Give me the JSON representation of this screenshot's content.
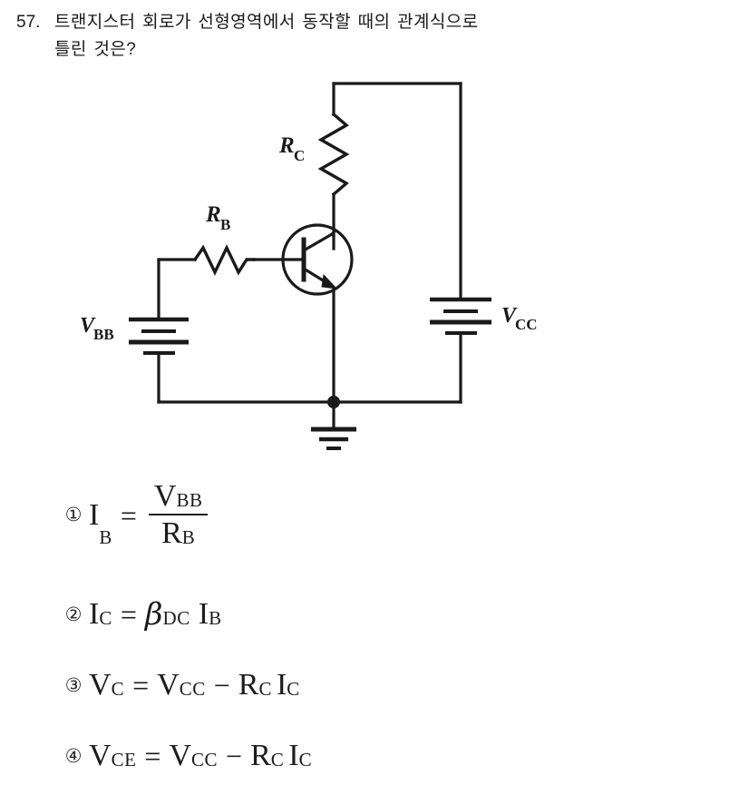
{
  "question": {
    "number": "57.",
    "text_line1": "트랜지스터 회로가 선형영역에서 동작할 때의 관계식으로",
    "text_line2": "틀린 것은?"
  },
  "figure": {
    "type": "transistor-bias-circuit",
    "labels": {
      "rb": "R",
      "rb_sub": "B",
      "rc": "R",
      "rc_sub": "C",
      "vbb": "V",
      "vbb_sub": "BB",
      "vcc": "V",
      "vcc_sub": "CC"
    },
    "components": [
      "resistor-rb",
      "resistor-rc",
      "npn-transistor",
      "battery-vbb",
      "battery-vcc",
      "ground"
    ],
    "stroke_color": "#1a1a1a"
  },
  "choices": [
    {
      "marker": "①",
      "lhs_sym": "I",
      "lhs_sub": "B",
      "op": "=",
      "num_sym": "V",
      "num_sub": "BB",
      "den_sym": "R",
      "den_sub": "B",
      "plain": "I_B = V_BB / R_B"
    },
    {
      "marker": "②",
      "lhs_sym": "I",
      "lhs_sub": "C",
      "op": "=",
      "beta": "β",
      "beta_sub": "DC",
      "rhs_sym": "I",
      "rhs_sub": "B",
      "plain": "I_C = β_DC I_B"
    },
    {
      "marker": "③",
      "lhs_sym": "V",
      "lhs_sub": "C",
      "op": "=",
      "t1_sym": "V",
      "t1_sub": "CC",
      "op2": "−",
      "t2_sym": "R",
      "t2_sub": "C",
      "t3_sym": "I",
      "t3_sub": "C",
      "plain": "V_C = V_CC − R_C I_C"
    },
    {
      "marker": "④",
      "lhs_sym": "V",
      "lhs_sub": "CE",
      "op": "=",
      "t1_sym": "V",
      "t1_sub": "CC",
      "op2": "−",
      "t2_sym": "R",
      "t2_sub": "C",
      "t3_sym": "I",
      "t3_sub": "C",
      "plain": "V_CE = V_CC − R_C I_C"
    }
  ]
}
